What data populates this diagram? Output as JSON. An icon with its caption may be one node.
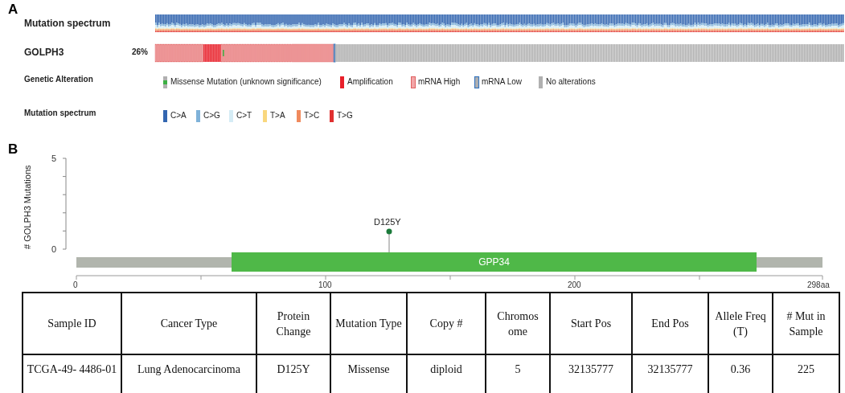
{
  "diagram": {
    "nodes": [
      {
        "text": [
          "GPP34"
        ]
      }
    ],
    "edges": [],
    "labels": [
      "A",
      "Mutation spectrum",
      "GOLPH3",
      "26%",
      "Genetic Alteration",
      "Mutation spectrum",
      "B",
      "5",
      "# GOLPH3 Mutations",
      "D125Y",
      "0",
      "0",
      "100",
      "200",
      "298aa",
      "Sample ID",
      "Cancer Type",
      "Protein Change",
      "Mutation Type",
      "Copy #",
      "Chromos ome",
      "Start Pos",
      "End Pos",
      "Allele Freq (T)",
      "# Mut in Sample",
      "TCGA-49- 4486-01",
      "Lung Adenocarcinoma",
      "D125Y",
      "Missense",
      "diploid",
      "5",
      "32135777",
      "32135777",
      "0.36",
      "225"
    ],
    "legend": [
      {
        "text": "Missense Mutation (unknown significance)"
      },
      {
        "text": "Amplification",
        "color": "#e8202a"
      },
      {
        "text": "mRNA High"
      },
      {
        "text": "mRNA Low"
      },
      {
        "text": "No alterations",
        "color": "#b0b0b0"
      },
      {
        "text": "C>A",
        "color": "#3366b0"
      },
      {
        "text": "C>G",
        "color": "#7fb2d9"
      },
      {
        "text": "C>T",
        "color": "#d5ecf5"
      },
      {
        "text": "T>A",
        "color": "#f9d77e"
      },
      {
        "text": "T>C",
        "color": "#f08a5d"
      },
      {
        "text": "T>G",
        "color": "#e03030"
      }
    ]
  }
}
